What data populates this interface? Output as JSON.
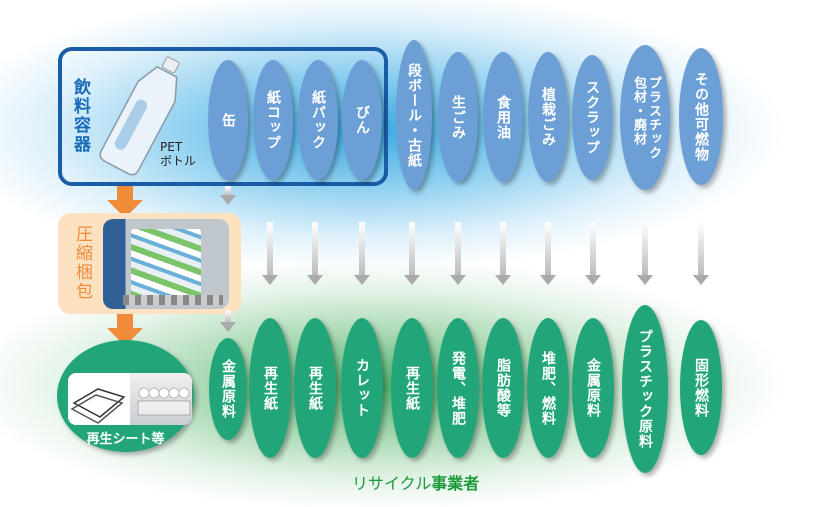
{
  "source": {
    "group_title": "飲料容器",
    "pet_label_1": "PET",
    "pet_label_2": "ボトル",
    "beverage_items": [
      "缶",
      "紙コップ",
      "紙パック",
      "びん"
    ],
    "other_items": [
      "段ボール・古紙",
      "生ごみ",
      "食用油",
      "植栽ごみ",
      "スクラップ",
      "プラスチック\n包材・廃材",
      "その他可燃物"
    ]
  },
  "process": {
    "compress_label": "圧縮梱包"
  },
  "outputs": {
    "pet_output": "再生シート等",
    "items": [
      "金属原料",
      "再生紙",
      "再生紙",
      "カレット",
      "再生紙",
      "発電、堆肥",
      "脂肪酸等",
      "堆肥、燃料",
      "金属原料",
      "プラスチック原料",
      "固形燃料"
    ]
  },
  "footer": {
    "prefix": "リサイクル",
    "suffix": "事業者"
  },
  "colors": {
    "source_blue": "#6c9fd6",
    "output_green": "#22a679",
    "process_orange": "#f08b3a",
    "frame_blue": "#1a5ca6"
  }
}
